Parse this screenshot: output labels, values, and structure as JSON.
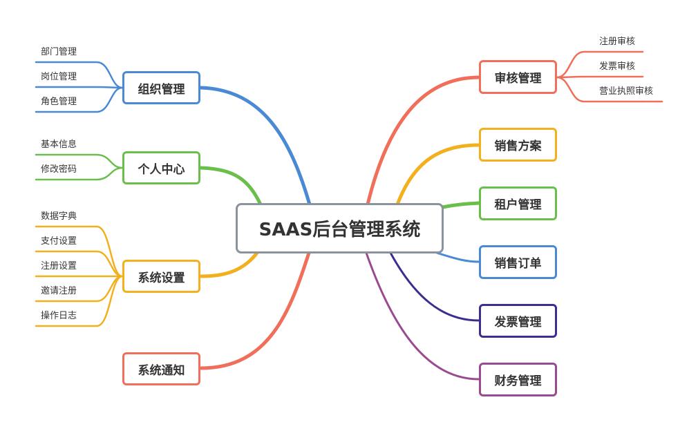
{
  "center": {
    "label": "SAAS后台管理系统",
    "color": "#8a929e"
  },
  "left_topics": [
    {
      "label": "组织管理",
      "color": "#4a8ad4",
      "children": [
        "部门管理",
        "岗位管理",
        "角色管理"
      ]
    },
    {
      "label": "个人中心",
      "color": "#6abf4b",
      "children": [
        "基本信息",
        "修改密码"
      ]
    },
    {
      "label": "系统设置",
      "color": "#f2b01e",
      "children": [
        "数据字典",
        "支付设置",
        "注册设置",
        "邀请注册",
        "操作日志"
      ]
    },
    {
      "label": "系统通知",
      "color": "#f06e5a",
      "children": []
    }
  ],
  "right_topics": [
    {
      "label": "审核管理",
      "color": "#f06e5a",
      "children": [
        "注册审核",
        "发票审核",
        "营业执照审核"
      ]
    },
    {
      "label": "销售方案",
      "color": "#f2b01e",
      "children": []
    },
    {
      "label": "租户管理",
      "color": "#6abf4b",
      "children": []
    },
    {
      "label": "销售订单",
      "color": "#4a8ad4",
      "children": []
    },
    {
      "label": "发票管理",
      "color": "#3a2f8f",
      "children": []
    },
    {
      "label": "财务管理",
      "color": "#9a4a8e",
      "children": []
    }
  ]
}
